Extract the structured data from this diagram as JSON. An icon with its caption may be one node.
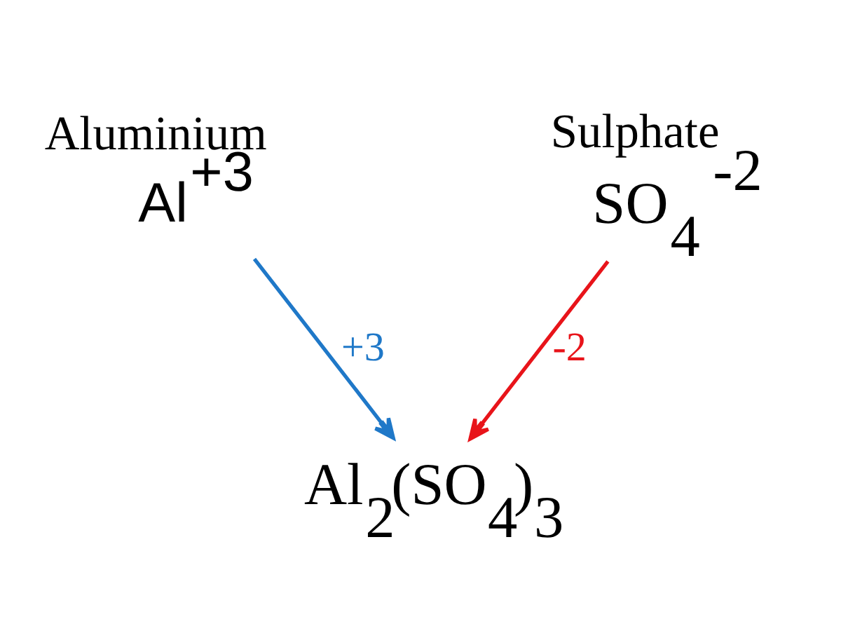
{
  "diagram": {
    "nodes": [
      {
        "text": [
          "Aluminium",
          "Al$^{+3}$"
        ]
      },
      {
        "text": [
          "Sulphate",
          "SO$_{4}$ $^{-2}$"
        ]
      },
      {
        "text": [
          "Al$_{2}$(SO$_{4}$)$_{3}$"
        ]
      }
    ],
    "edges": [
      {
        "from": 0,
        "to": 2,
        "arrow": "to",
        "label": "+3",
        "color": "#1f78c8"
      },
      {
        "from": 1,
        "to": 2,
        "arrow": "to",
        "label": "-2",
        "color": "#e8141a"
      }
    ]
  }
}
